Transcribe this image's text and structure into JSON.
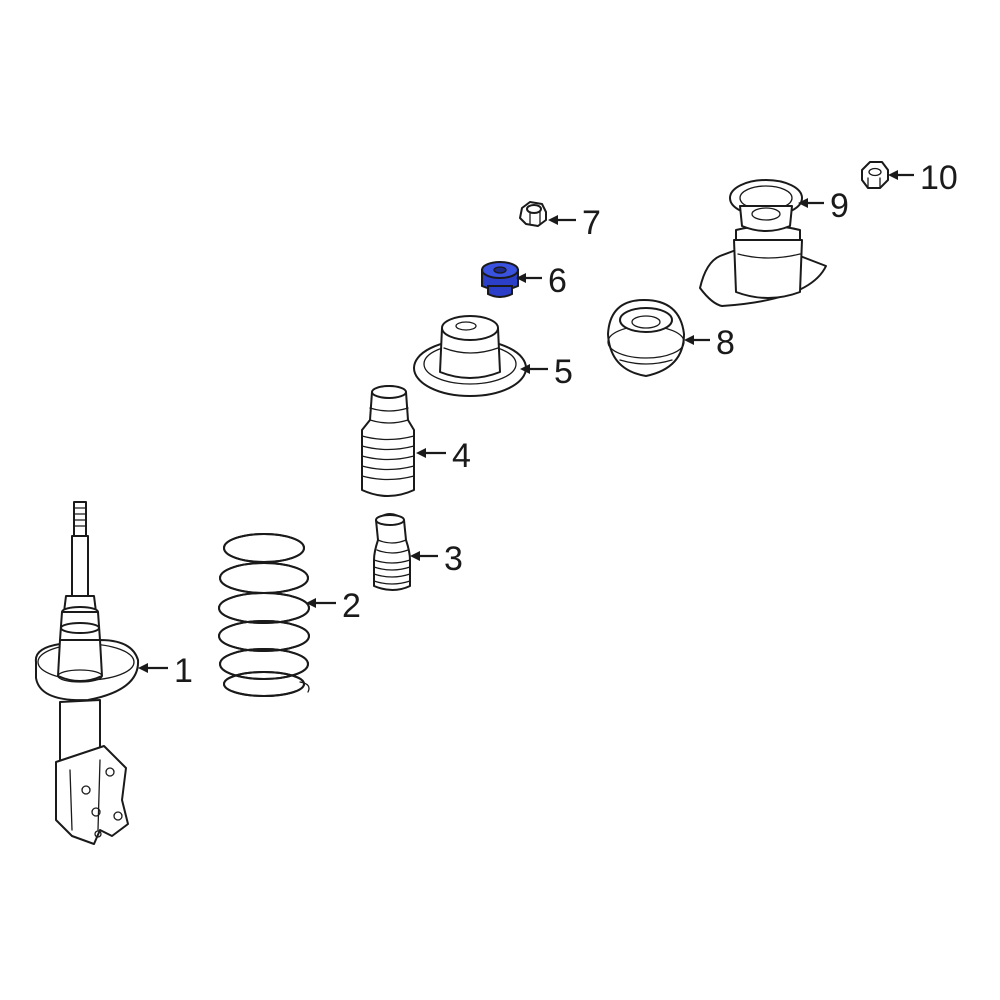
{
  "diagram": {
    "highlight_color": "#2b3fc9",
    "highlighted_part": "6",
    "parts": [
      {
        "callout": "1",
        "icon": "strut-assembly-icon"
      },
      {
        "callout": "2",
        "icon": "coil-spring-icon"
      },
      {
        "callout": "3",
        "icon": "bump-stop-icon"
      },
      {
        "callout": "4",
        "icon": "dust-boot-icon"
      },
      {
        "callout": "5",
        "icon": "spring-seat-icon"
      },
      {
        "callout": "6",
        "icon": "bushing-icon"
      },
      {
        "callout": "7",
        "icon": "bolt-icon"
      },
      {
        "callout": "8",
        "icon": "strut-mount-icon"
      },
      {
        "callout": "9",
        "icon": "strut-mount-cover-icon"
      },
      {
        "callout": "10",
        "icon": "nut-icon"
      }
    ]
  }
}
